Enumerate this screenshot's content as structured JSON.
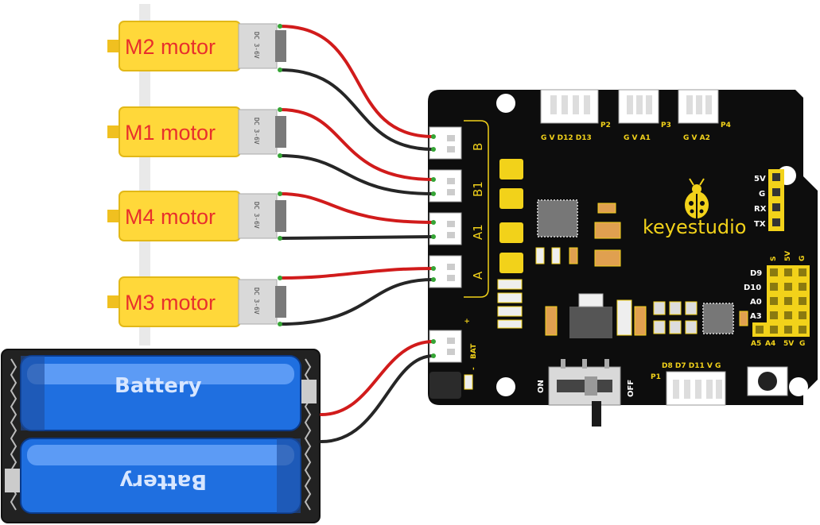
{
  "motors": [
    {
      "label": "M2 motor",
      "rating": "DC 3-6V"
    },
    {
      "label": "M1 motor",
      "rating": "DC 3-6V"
    },
    {
      "label": "M4 motor",
      "rating": "DC 3-6V"
    },
    {
      "label": "M3 motor",
      "rating": "DC 3-6V"
    }
  ],
  "batteries": [
    {
      "label": "Battery"
    },
    {
      "label": "Battery"
    }
  ],
  "board": {
    "brand": "keyestudio",
    "motor_ports": [
      "B",
      "B1",
      "A1",
      "A"
    ],
    "bat_label": "BAT",
    "bat_plus": "+",
    "bat_minus": "-",
    "top_headers": [
      {
        "name": "P2",
        "pins": "G V D12 D13"
      },
      {
        "name": "P3",
        "pins": "G V A1"
      },
      {
        "name": "P4",
        "pins": "G V A2"
      }
    ],
    "serial_pins": [
      "5V",
      "G",
      "RX",
      "TX"
    ],
    "right_rows": [
      "D9",
      "D10",
      "A0",
      "A3"
    ],
    "right_cols": [
      "S",
      "5V",
      "G"
    ],
    "bottom_right_labels": [
      "A5",
      "A4",
      "5V",
      "G"
    ],
    "p1_name": "P1",
    "p1_pins": "D8 D7 D11 V G",
    "switch_on": "ON",
    "switch_off": "OFF"
  },
  "colors": {
    "board": "#0d0d0d",
    "silkscreen": "#f2d21a",
    "motor": "#ffd83a",
    "battery": "#1f6fe0",
    "red_wire": "#d11b1b",
    "black_wire": "#262626",
    "motor_label": "#e8302c"
  }
}
